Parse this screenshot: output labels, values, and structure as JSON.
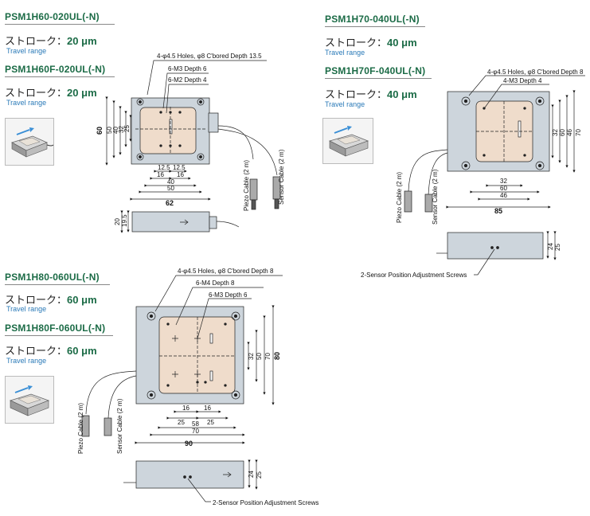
{
  "blocks": [
    {
      "model": "PSM1H60-020UL(-N)",
      "stroke_label": "ストローク：",
      "stroke_value": "20",
      "unit": "μm",
      "travel": "Travel range"
    },
    {
      "model": "PSM1H60F-020UL(-N)",
      "stroke_label": "ストローク：",
      "stroke_value": "20",
      "unit": "μm",
      "travel": "Travel range"
    },
    {
      "model": "PSM1H70-040UL(-N)",
      "stroke_label": "ストローク：",
      "stroke_value": "40",
      "unit": "μm",
      "travel": "Travel range"
    },
    {
      "model": "PSM1H70F-040UL(-N)",
      "stroke_label": "ストローク：",
      "stroke_value": "40",
      "unit": "μm",
      "travel": "Travel range"
    },
    {
      "model": "PSM1H80-060UL(-N)",
      "stroke_label": "ストローク：",
      "stroke_value": "60",
      "unit": "μm",
      "travel": "Travel range"
    },
    {
      "model": "PSM1H80F-060UL(-N)",
      "stroke_label": "ストローク：",
      "stroke_value": "60",
      "unit": "μm",
      "travel": "Travel range"
    }
  ],
  "drawing60": {
    "holes": "4-φ4.5 Holes, φ8 C'bored Depth 13.5",
    "tap1": "6-M3 Depth 6",
    "tap2": "6-M2 Depth 4",
    "dims_left": [
      "60",
      "50",
      "40",
      "32",
      "25"
    ],
    "dims_bottom": [
      "12.5",
      "12.5",
      "16",
      "16",
      "40",
      "50",
      "62"
    ],
    "side": [
      "20",
      "19.5"
    ],
    "piezo": "Piezo Cable (2 m)",
    "sensor": "Sensor Cable (2 m)"
  },
  "drawing70": {
    "holes": "4-φ4.5 Holes, φ8 C'bored Depth 8",
    "tap1": "4-M3 Depth 4",
    "dims_right": [
      "32",
      "60",
      "46",
      "70"
    ],
    "dims_bottom": [
      "32",
      "60",
      "46",
      "85"
    ],
    "side": [
      "24",
      "25"
    ],
    "piezo": "Piezo Cable (2 m)",
    "sensor": "Sensor Cable (2 m)",
    "screws": "2-Sensor Position Adjustment Screws"
  },
  "drawing80": {
    "holes": "4-φ4.5 Holes, φ8 C'bored Depth 8",
    "tap1": "6-M4 Depth 8",
    "tap2": "6-M3 Depth 6",
    "dims_right": [
      "32",
      "50",
      "70",
      "80"
    ],
    "dims_bottom": [
      "16",
      "16",
      "25",
      "25",
      "58",
      "70",
      "90"
    ],
    "side": [
      "24",
      "25"
    ],
    "piezo": "Piezo Cable (2 m)",
    "sensor": "Sensor Cable (2 m)",
    "screws": "2-Sensor Position Adjustment Screws"
  },
  "colors": {
    "model": "#1b6b46",
    "travel": "#2a7ab8",
    "plate": "#cdd5dc",
    "top": "#efdccb"
  }
}
